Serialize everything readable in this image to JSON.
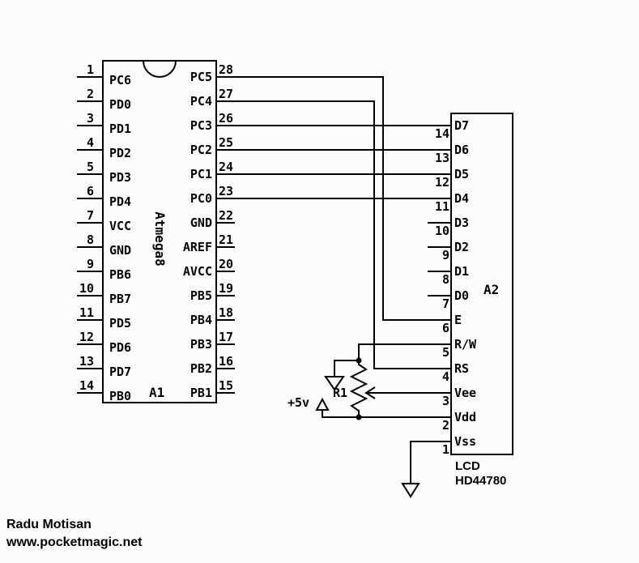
{
  "canvas": {
    "background": "#fcfcfc",
    "line_color": "#000000"
  },
  "atmega": {
    "name": "Atmega8",
    "designator": "A1",
    "left_pins": [
      {
        "num": "1",
        "label": "PC6"
      },
      {
        "num": "2",
        "label": "PD0"
      },
      {
        "num": "3",
        "label": "PD1"
      },
      {
        "num": "4",
        "label": "PD2"
      },
      {
        "num": "5",
        "label": "PD3"
      },
      {
        "num": "6",
        "label": "PD4"
      },
      {
        "num": "7",
        "label": "VCC"
      },
      {
        "num": "8",
        "label": "GND"
      },
      {
        "num": "9",
        "label": "PB6"
      },
      {
        "num": "10",
        "label": "PB7"
      },
      {
        "num": "11",
        "label": "PD5"
      },
      {
        "num": "12",
        "label": "PD6"
      },
      {
        "num": "13",
        "label": "PD7"
      },
      {
        "num": "14",
        "label": "PB0"
      }
    ],
    "right_pins": [
      {
        "num": "28",
        "label": "PC5"
      },
      {
        "num": "27",
        "label": "PC4"
      },
      {
        "num": "26",
        "label": "PC3"
      },
      {
        "num": "25",
        "label": "PC2"
      },
      {
        "num": "24",
        "label": "PC1"
      },
      {
        "num": "23",
        "label": "PC0"
      },
      {
        "num": "22",
        "label": "GND"
      },
      {
        "num": "21",
        "label": "AREF"
      },
      {
        "num": "20",
        "label": "AVCC"
      },
      {
        "num": "19",
        "label": "PB5"
      },
      {
        "num": "18",
        "label": "PB4"
      },
      {
        "num": "17",
        "label": "PB3"
      },
      {
        "num": "16",
        "label": "PB2"
      },
      {
        "num": "15",
        "label": "PB1"
      }
    ]
  },
  "lcd": {
    "designator": "A2",
    "name_line1": "LCD",
    "name_line2": "HD44780",
    "pins": [
      {
        "num": "14",
        "label": "D7"
      },
      {
        "num": "13",
        "label": "D6"
      },
      {
        "num": "12",
        "label": "D5"
      },
      {
        "num": "11",
        "label": "D4"
      },
      {
        "num": "10",
        "label": "D3"
      },
      {
        "num": "9",
        "label": "D2"
      },
      {
        "num": "8",
        "label": "D1"
      },
      {
        "num": "7",
        "label": "D0"
      },
      {
        "num": "6",
        "label": "E"
      },
      {
        "num": "5",
        "label": "R/W"
      },
      {
        "num": "4",
        "label": "RS"
      },
      {
        "num": "3",
        "label": "Vee"
      },
      {
        "num": "2",
        "label": "Vdd"
      },
      {
        "num": "1",
        "label": "Vss"
      }
    ]
  },
  "power": {
    "supply_label": "+5v",
    "potentiometer_label": "R1"
  },
  "footer": {
    "author": "Radu Motisan",
    "website": "www.pocketmagic.net"
  }
}
